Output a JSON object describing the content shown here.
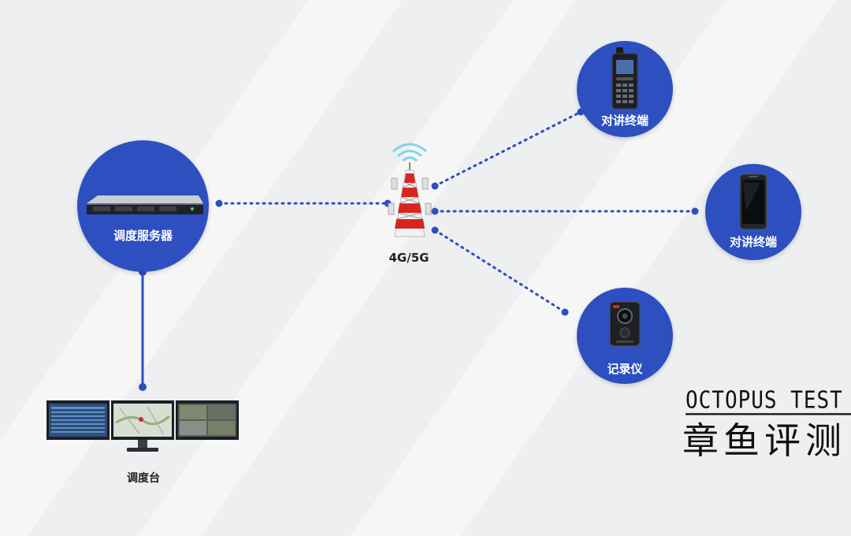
{
  "colors": {
    "node_fill": "#2d4fc0",
    "link": "#2d4fc0",
    "tower_red": "#d7261e",
    "signal": "#7fd3ee"
  },
  "nodes": {
    "server": {
      "label": "调度服务器",
      "icon": "rack-server-icon"
    },
    "tower": {
      "label": "4G/5G",
      "icon": "cell-tower-icon"
    },
    "terminal_1": {
      "label": "对讲终端",
      "icon": "feature-phone-icon"
    },
    "terminal_2": {
      "label": "对讲终端",
      "icon": "smartphone-icon"
    },
    "recorder": {
      "label": "记录仪",
      "icon": "body-camera-icon"
    },
    "console": {
      "label": "调度台",
      "icon": "monitor-wall-icon"
    }
  },
  "brand": {
    "en": "OCTOPUS TEST",
    "cn": "章鱼评测"
  }
}
